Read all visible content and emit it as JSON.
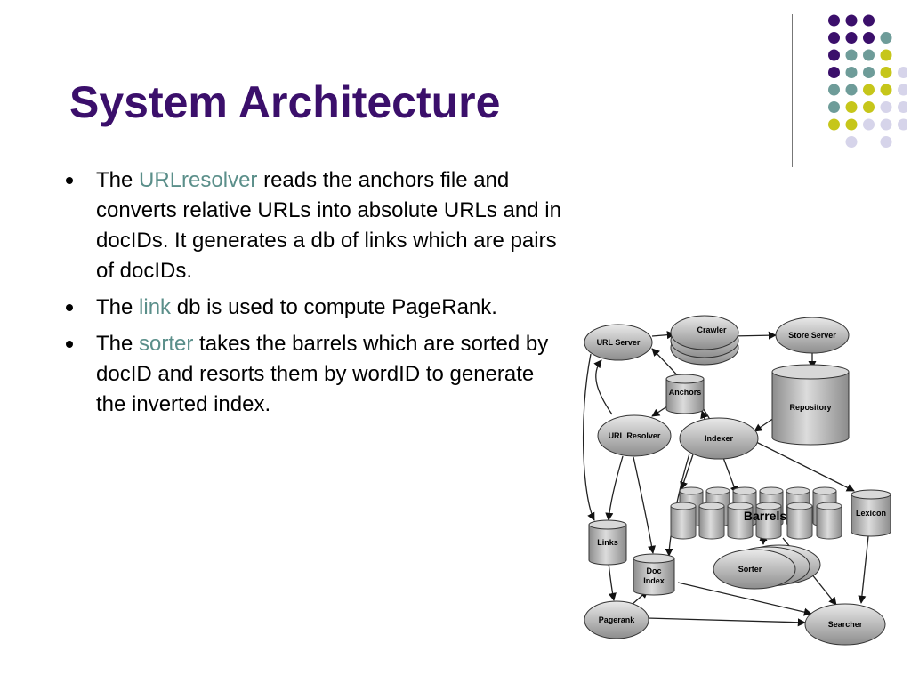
{
  "slide": {
    "title": "System Architecture",
    "bullets": [
      {
        "before": "The ",
        "highlight": "URLresolver",
        "after": " reads the anchors file and converts relative URLs into absolute URLs and in docIDs. It generates a db of links which are pairs of docIDs."
      },
      {
        "before": "The ",
        "highlight": "link",
        "after": " db is used to compute PageRank."
      },
      {
        "before": "The ",
        "highlight": "sorter",
        "after": " takes the barrels which are sorted by docID and resorts them by wordID to generate the inverted index."
      }
    ]
  },
  "colors": {
    "title": "#3b0f6b",
    "highlight": "#5b8f8a",
    "dot_purple": "#3b0f6b",
    "dot_teal": "#6e9c99",
    "dot_yellow": "#c6c61a",
    "dot_lavender": "#d6d4ea"
  },
  "diagram": {
    "nodes": {
      "url_server": "URL Server",
      "crawler": "Crawler",
      "store_server": "Store Server",
      "anchors": "Anchors",
      "repository": "Repository",
      "url_resolver": "URL Resolver",
      "indexer": "Indexer",
      "barrels": "Barrels",
      "lexicon": "Lexicon",
      "links": "Links",
      "doc_index_line1": "Doc",
      "doc_index_line2": "Index",
      "sorter": "Sorter",
      "pagerank": "Pagerank",
      "searcher": "Searcher"
    }
  }
}
